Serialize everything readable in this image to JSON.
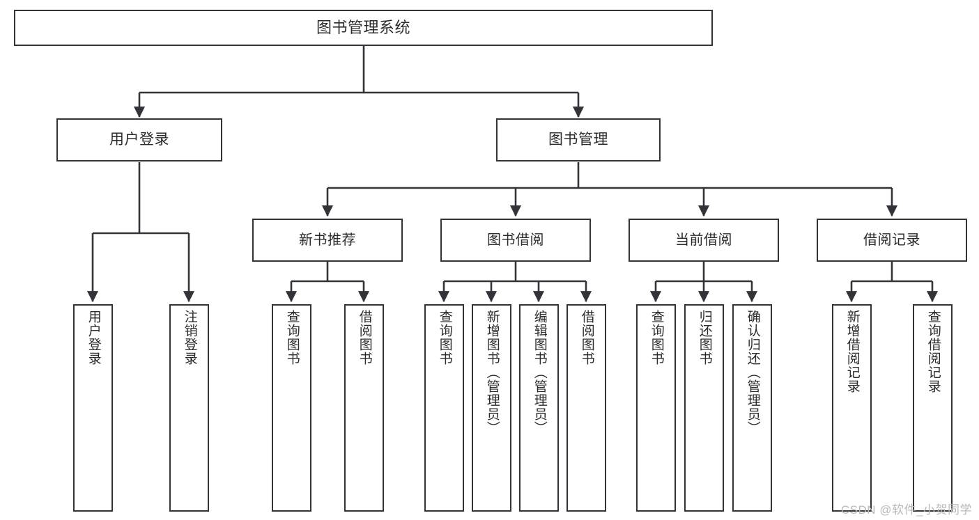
{
  "diagram": {
    "title": "图书管理系统",
    "type": "功能结构图",
    "background_color": "#ffffff",
    "line_color": "#33333a",
    "text_color": "#2b2b2b"
  },
  "root": {
    "label": "图书管理系统"
  },
  "level1": [
    {
      "label": "用户登录"
    },
    {
      "label": "图书管理"
    }
  ],
  "level2": [
    {
      "label": "新书推荐"
    },
    {
      "label": "图书借阅"
    },
    {
      "label": "当前借阅"
    },
    {
      "label": "借阅记录"
    }
  ],
  "leaves": {
    "user_login": [
      {
        "label": "用户登录"
      },
      {
        "label": "注销登录"
      }
    ],
    "new_book": [
      {
        "label": "查询图书"
      },
      {
        "label": "借阅图书"
      }
    ],
    "book_borrow": [
      {
        "label": "查询图书"
      },
      {
        "label": "新增图书（管理员）"
      },
      {
        "label": "编辑图书（管理员）"
      },
      {
        "label": "借阅图书"
      }
    ],
    "current_borrow": [
      {
        "label": "查询图书"
      },
      {
        "label": "归还图书"
      },
      {
        "label": "确认归还（管理员）"
      }
    ],
    "borrow_record": [
      {
        "label": "新增借阅记录"
      },
      {
        "label": "查询借阅记录"
      }
    ]
  },
  "watermark": {
    "text": "CSDN @软件_小贺同学"
  }
}
